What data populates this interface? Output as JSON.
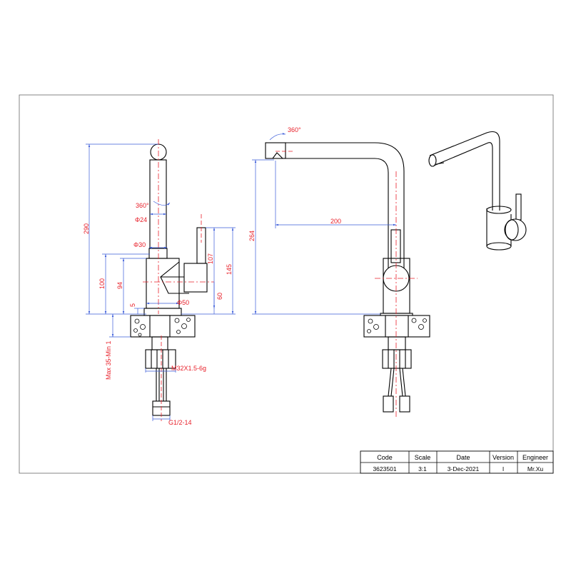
{
  "dimensions": {
    "left_view": {
      "rotation": "360°",
      "phi24": "Φ24",
      "phi30": "Φ30",
      "phi50": "Φ50",
      "h290": "290",
      "h100": "100",
      "h94": "94",
      "h5": "5",
      "h107": "107",
      "h60": "60",
      "h145": "145",
      "max_min": "Max 35-Min 1",
      "thread_m32": "M32X1.5-6g",
      "thread_g12": "G1/2-14"
    },
    "right_view": {
      "rotation": "360°",
      "reach": "200",
      "height": "264"
    }
  },
  "title_block": {
    "headers": [
      "Code",
      "Scale",
      "Date",
      "Version",
      "Engineer"
    ],
    "values": [
      "3623501",
      "3:1",
      "3-Dec-2021",
      "I",
      "Mr.Xu"
    ]
  },
  "colors": {
    "line": "#000000",
    "dimension": "#e8202a",
    "frame": "#555555"
  }
}
